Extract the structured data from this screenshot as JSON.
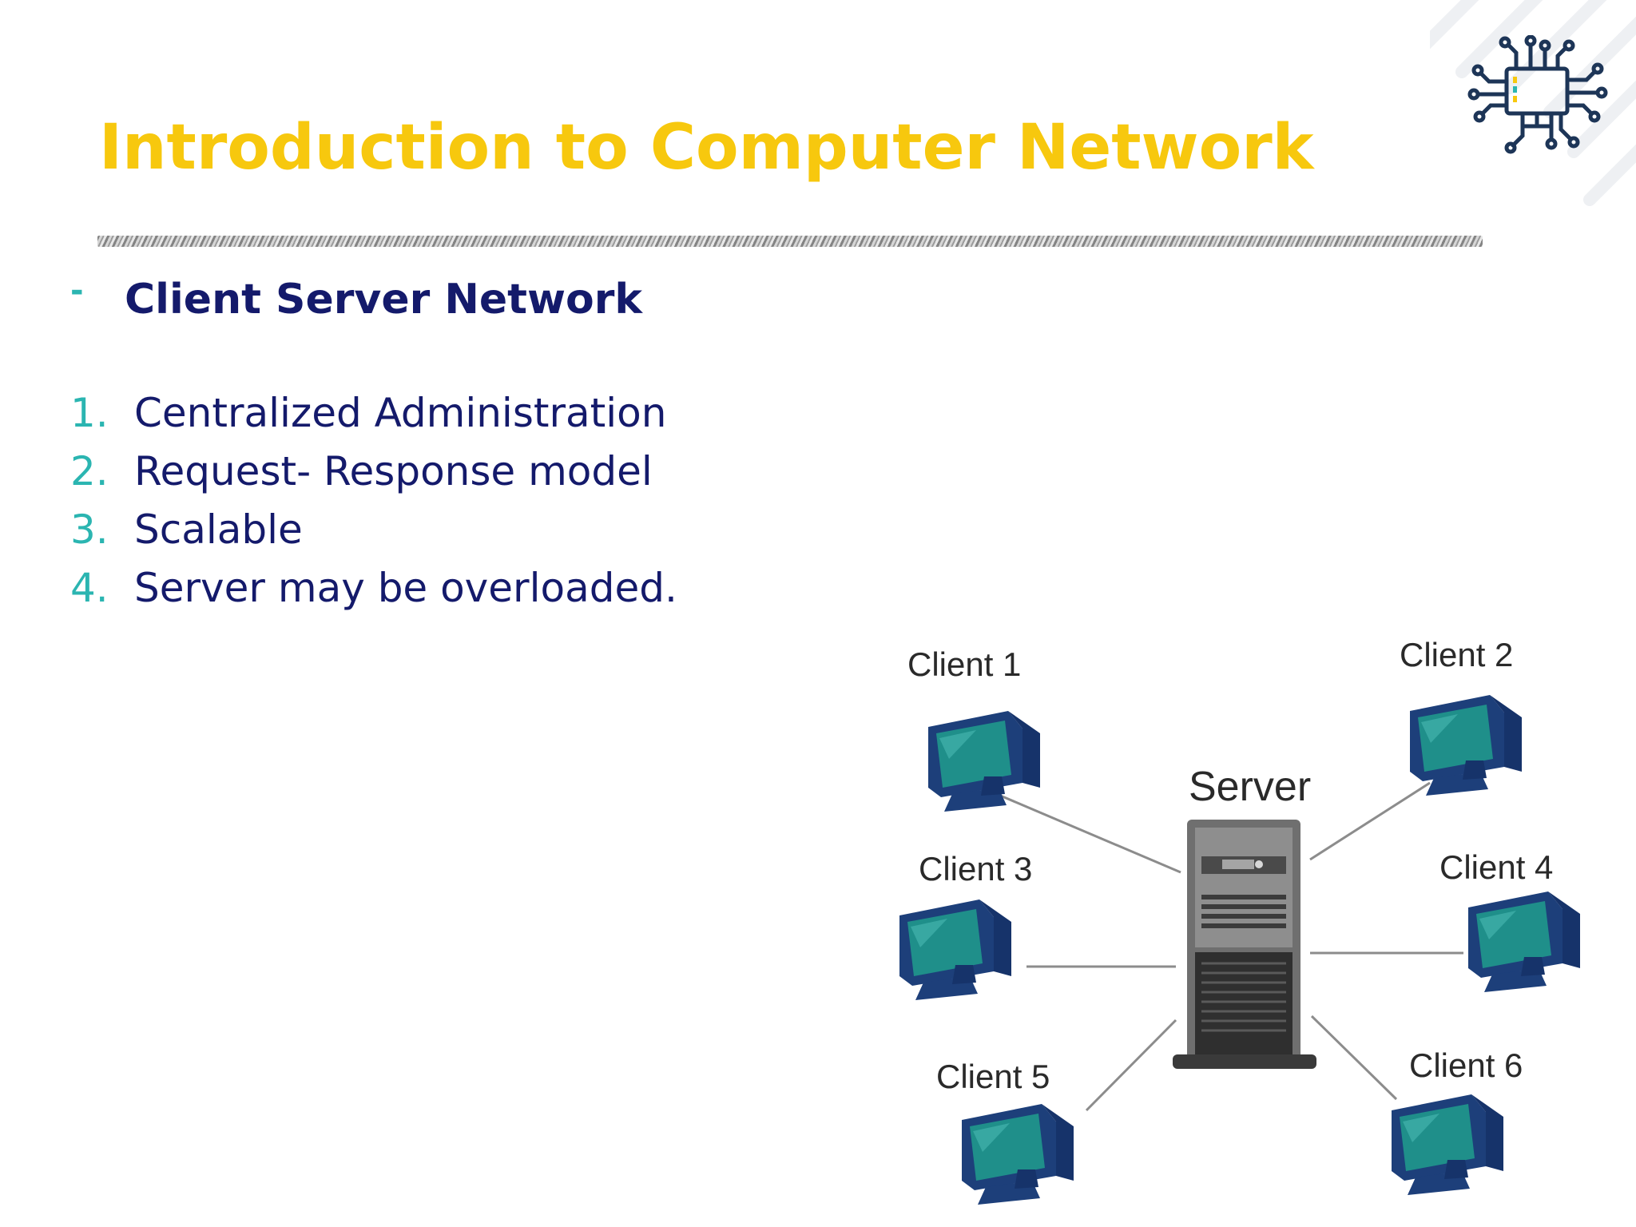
{
  "slide": {
    "title": "Introduction to Computer Network",
    "section_heading": "Client Server Network",
    "bullet_symbol": "-",
    "points": [
      {
        "number": "1.",
        "text": "Centralized Administration"
      },
      {
        "number": "2.",
        "text": "Request- Response model"
      },
      {
        "number": "3.",
        "text": "Scalable"
      },
      {
        "number": "4.",
        "text": "Server may be overloaded."
      }
    ]
  },
  "diagram": {
    "server_label": "Server",
    "clients": [
      "Client 1",
      "Client 2",
      "Client 3",
      "Client 4",
      "Client 5",
      "Client 6"
    ]
  },
  "colors": {
    "title": "#f7c80e",
    "heading": "#141a6b",
    "accent": "#2bb5b1",
    "monitor_screen": "#1f8f8a",
    "monitor_frame": "#1d3f7a"
  },
  "icons": {
    "logo": "circuit-monitor-icon",
    "client": "monitor-icon",
    "server": "server-tower-icon"
  }
}
